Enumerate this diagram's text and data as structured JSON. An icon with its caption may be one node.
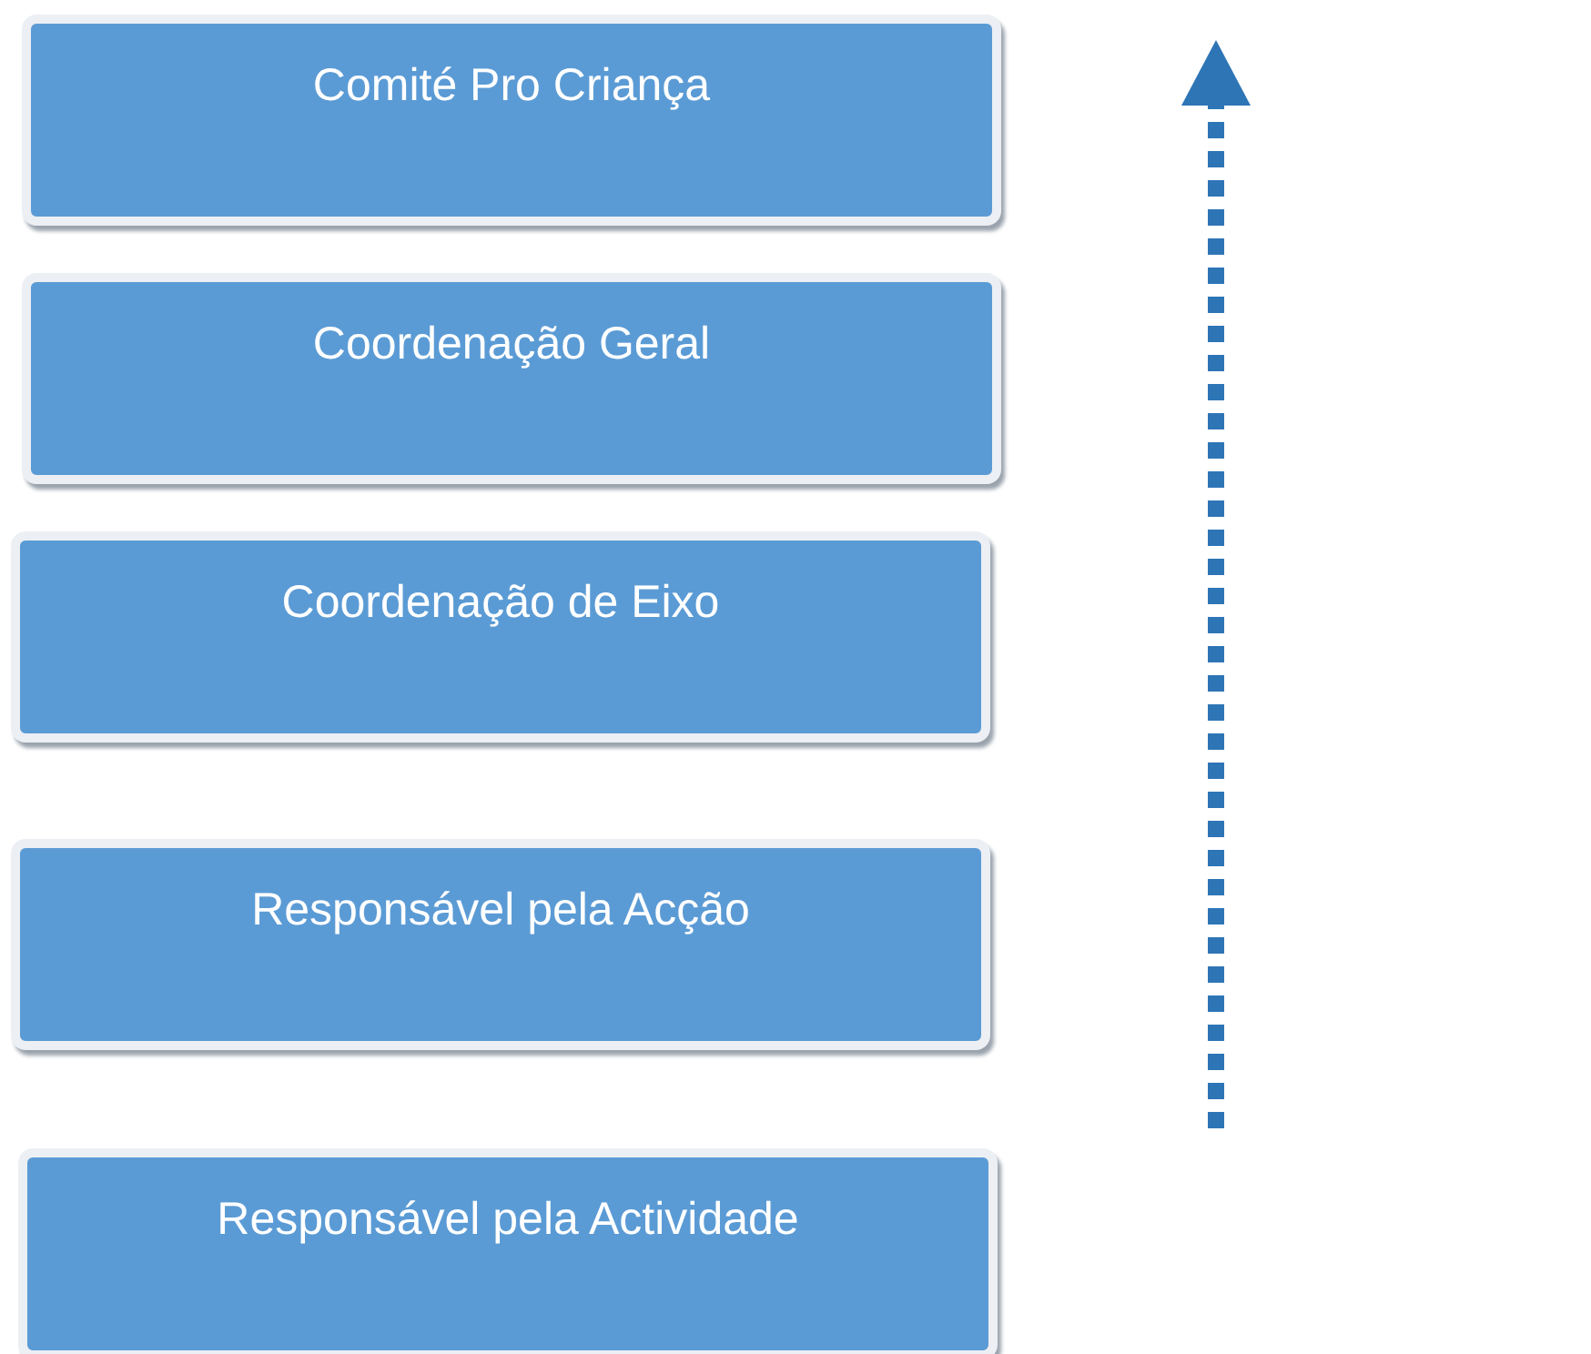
{
  "diagram": {
    "nodes": [
      {
        "text": [
          "Comité Pro Criança"
        ]
      },
      {
        "text": [
          "Coordenação Geral"
        ]
      },
      {
        "text": [
          "Coordenação de Eixo"
        ]
      },
      {
        "text": [
          "Responsável pela Acção"
        ]
      },
      {
        "text": [
          "Responsável pela Actividade"
        ]
      }
    ]
  }
}
